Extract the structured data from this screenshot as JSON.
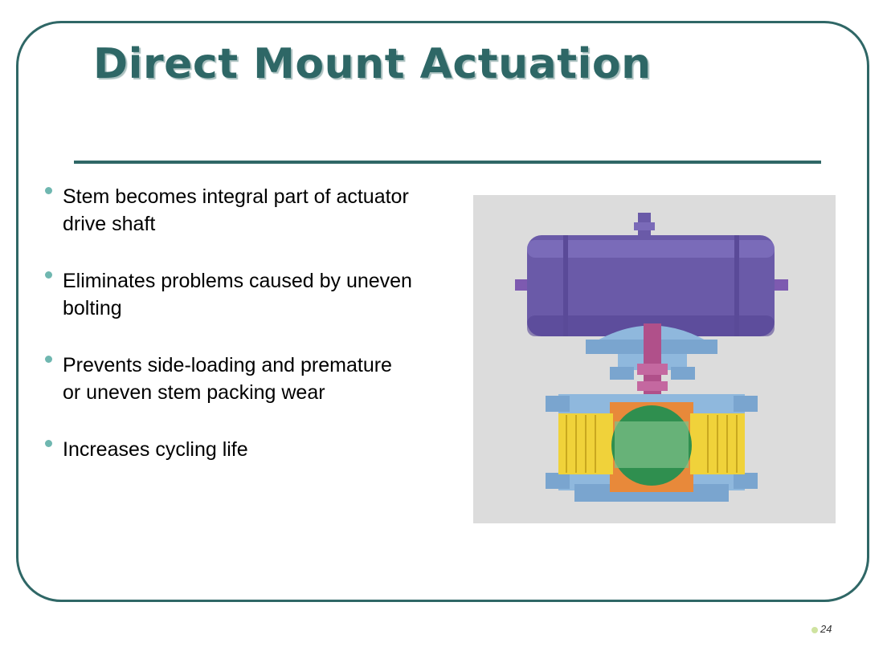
{
  "slide": {
    "title": "Direct Mount Actuation",
    "bullets": [
      "Stem becomes integral part of actuator drive shaft",
      "Eliminates problems caused by uneven bolting",
      "Prevents side-loading and premature or uneven stem packing wear",
      "Increases cycling life"
    ],
    "page_number": "24",
    "image": "ball-valve-actuator-cutaway",
    "colors": {
      "title": "#2e6766",
      "frame": "#2f6766",
      "bullet_dot": "#6fb7b0",
      "actuator": "#6a5aa8",
      "ball": "#2f8f4f",
      "end_connectors": "#f0d23a",
      "body": "#8fb8dd",
      "stem": "#b0508a"
    }
  }
}
